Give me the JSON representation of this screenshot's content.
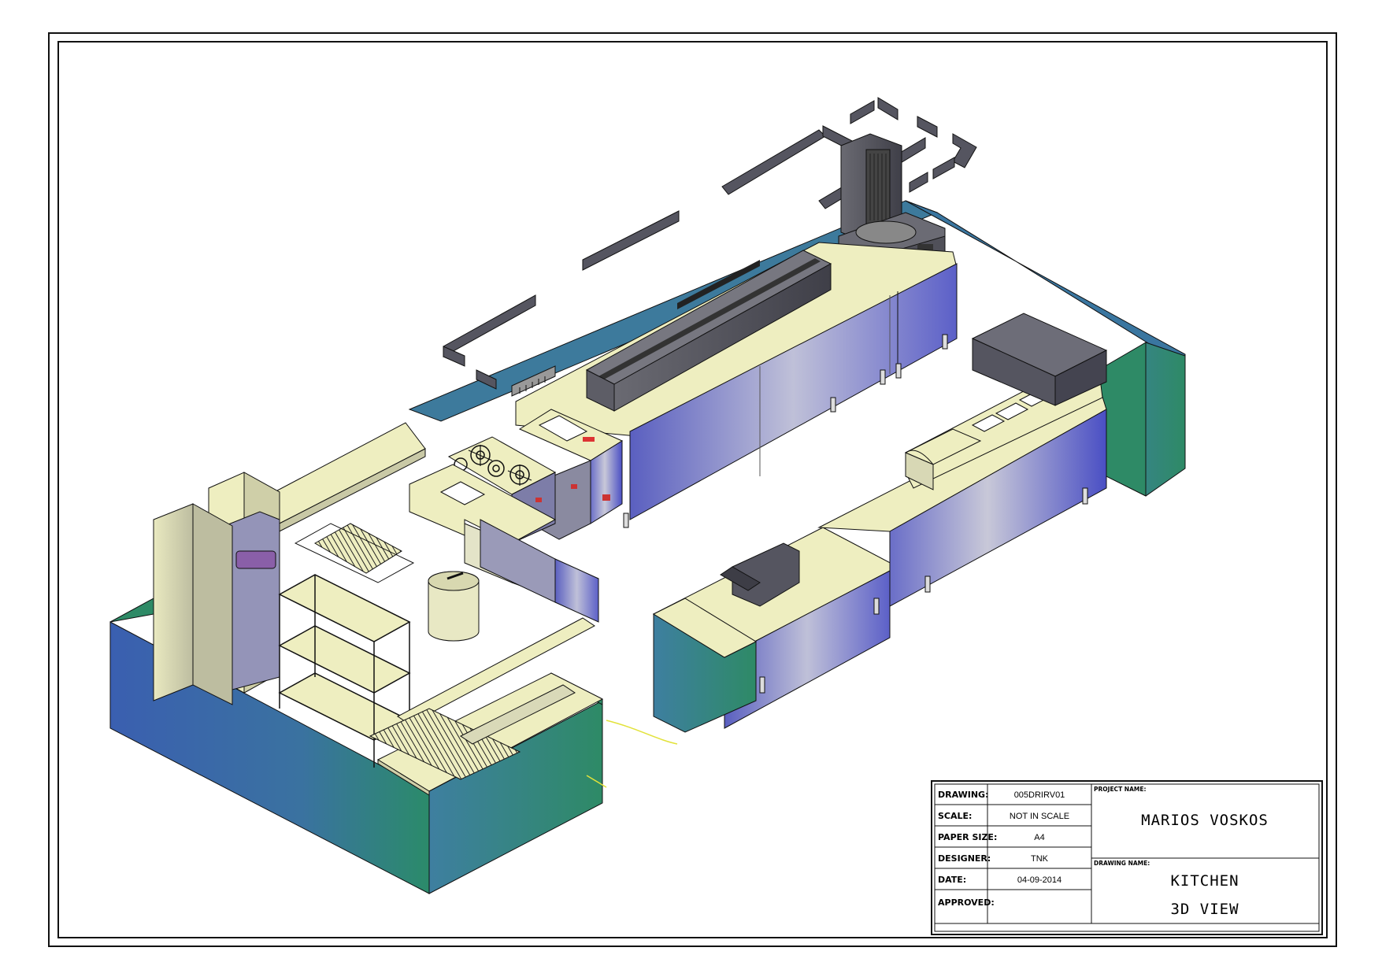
{
  "title_block": {
    "drawing_label": "DRAWING:",
    "drawing_value": "005DRIRV01",
    "scale_label": "SCALE:",
    "scale_value": "NOT IN SCALE",
    "paper_size_label": "PAPER SIZE:",
    "paper_size_value": "A4",
    "designer_label": "DESIGNER:",
    "designer_value": "TNK",
    "date_label": "DATE:",
    "date_value": "04-09-2014",
    "approved_label": "APPROVED:",
    "approved_value": "",
    "project_name_label": "PROJECT NAME:",
    "project_name_value": "MARIOS VOSKOS",
    "drawing_name_label": "DRAWING NAME:",
    "drawing_name_line1": "KITCHEN",
    "drawing_name_line2": "3D VIEW"
  },
  "colors": {
    "counter_top": "#eeeec0",
    "cabinet_blue": "#6c6fc8",
    "wall_blue": "#3f6fa8",
    "wall_green": "#2e8a6a",
    "hood_grey": "#555560",
    "line": "#111111"
  }
}
